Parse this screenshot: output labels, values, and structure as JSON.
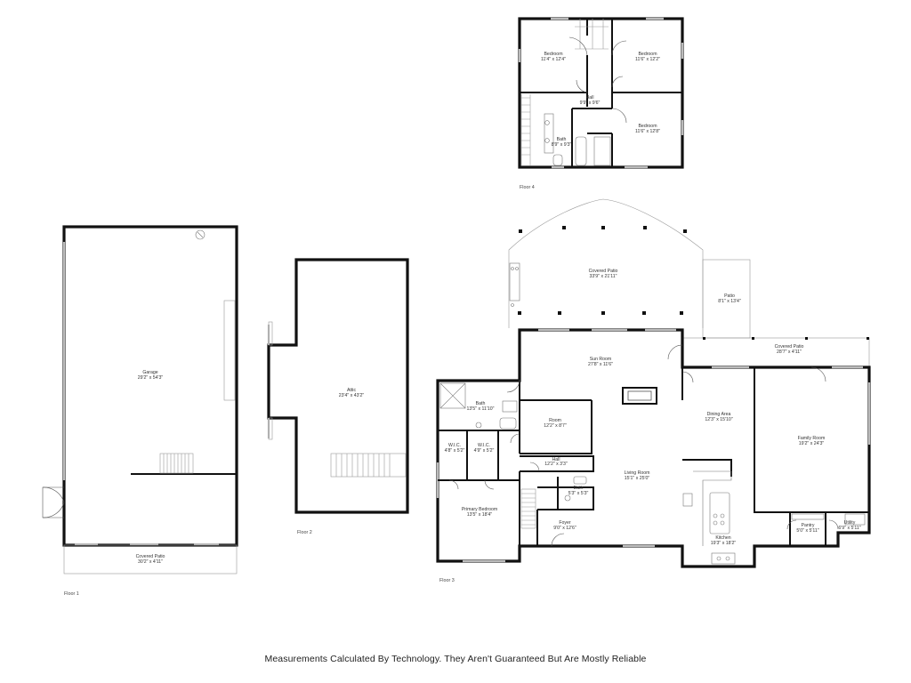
{
  "footer": {
    "disclaimer": "Measurements Calculated By Technology. They Aren't Guaranteed But Are Mostly Reliable"
  },
  "floors": {
    "floor1": "Floor 1",
    "floor2": "Floor 2",
    "floor3": "Floor 3",
    "floor4": "Floor 4"
  },
  "rooms": {
    "garage": {
      "name": "Garage",
      "dims": "29'2\" x 54'3\""
    },
    "patio_f1": {
      "name": "Covered Patio",
      "dims": "30'2\" x 4'11\""
    },
    "attic": {
      "name": "Attic",
      "dims": "23'4\" x 43'2\""
    },
    "bedroom_a": {
      "name": "Bedroom",
      "dims": "11'4\" x 12'4\""
    },
    "bedroom_b": {
      "name": "Bedroom",
      "dims": "11'6\" x 12'2\""
    },
    "hall_f4": {
      "name": "Hall",
      "dims": "9'9\" x 9'6\""
    },
    "bath_f4": {
      "name": "Bath",
      "dims": "8'9\" x 9'3\""
    },
    "bedroom_c": {
      "name": "Bedroom",
      "dims": "11'6\" x 12'8\""
    },
    "covered_patio": {
      "name": "Covered Patio",
      "dims": "33'9\" x 21'11\""
    },
    "patio": {
      "name": "Patio",
      "dims": "8'1\" x 13'4\""
    },
    "covered_patio2": {
      "name": "Covered Patio",
      "dims": "28'7\" x 4'11\""
    },
    "sun_room": {
      "name": "Sun Room",
      "dims": "27'8\" x 11'6\""
    },
    "bath_primary": {
      "name": "Bath",
      "dims": "13'5\" x 11'10\""
    },
    "room": {
      "name": "Room",
      "dims": "12'2\" x 8'7\""
    },
    "wic1": {
      "name": "W.I.C.",
      "dims": "4'8\" x 5'2\""
    },
    "wic2": {
      "name": "W.I.C.",
      "dims": "4'9\" x 5'2\""
    },
    "hall_f3": {
      "name": "Hall",
      "dims": "12'2\" x 3'3\""
    },
    "dining": {
      "name": "Dining Area",
      "dims": "12'3\" x 15'10\""
    },
    "family": {
      "name": "Family Room",
      "dims": "19'2\" x 24'3\""
    },
    "living": {
      "name": "Living Room",
      "dims": "15'1\" x 25'0\""
    },
    "bath_half": {
      "name": "Bath",
      "dims": "5'3\" x 5'3\""
    },
    "primary_bed": {
      "name": "Primary Bedroom",
      "dims": "13'5\" x 18'4\""
    },
    "foyer": {
      "name": "Foyer",
      "dims": "9'0\" x 12'6\""
    },
    "kitchen": {
      "name": "Kitchen",
      "dims": "19'3\" x 18'2\""
    },
    "pantry": {
      "name": "Pantry",
      "dims": "5'0\" x 5'11\""
    },
    "utility": {
      "name": "Utility",
      "dims": "6'9\" x 5'11\""
    }
  }
}
